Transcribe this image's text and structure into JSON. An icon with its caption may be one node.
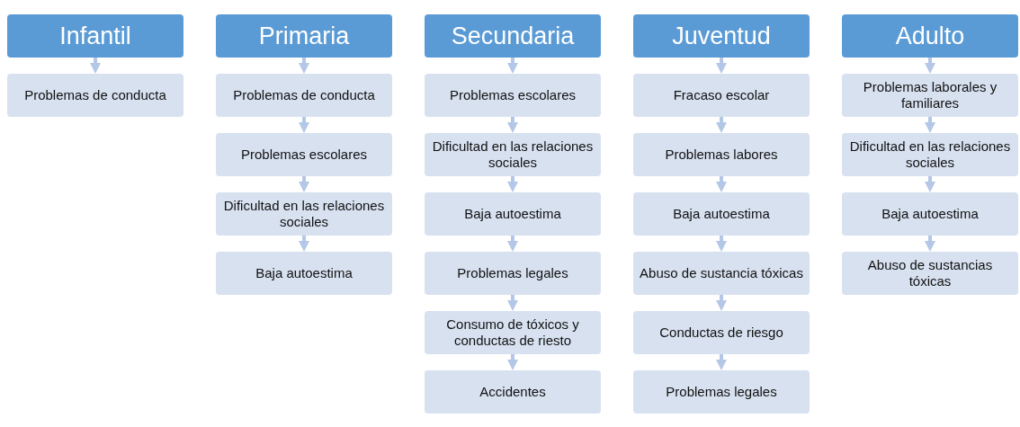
{
  "diagram": {
    "nodes": [
      {
        "text": [
          "Infantil"
        ]
      },
      {
        "text": [
          "Problemas de conducta"
        ]
      },
      {
        "text": [
          "Primaria"
        ]
      },
      {
        "text": [
          "Problemas de conducta"
        ]
      },
      {
        "text": [
          "Problemas escolares"
        ]
      },
      {
        "text": [
          "Dificultad en las relaciones sociales"
        ]
      },
      {
        "text": [
          "Baja autoestima"
        ]
      },
      {
        "text": [
          "Secundaria"
        ]
      },
      {
        "text": [
          "Problemas escolares"
        ]
      },
      {
        "text": [
          "Dificultad en las relaciones sociales"
        ]
      },
      {
        "text": [
          "Baja autoestima"
        ]
      },
      {
        "text": [
          "Problemas legales"
        ]
      },
      {
        "text": [
          "Consumo de tóxicos y conductas de riesto"
        ]
      },
      {
        "text": [
          "Accidentes"
        ]
      },
      {
        "text": [
          "Juventud"
        ]
      },
      {
        "text": [
          "Fracaso escolar"
        ]
      },
      {
        "text": [
          "Problemas labores"
        ]
      },
      {
        "text": [
          "Baja autoestima"
        ]
      },
      {
        "text": [
          "Abuso de sustancia tóxicas"
        ]
      },
      {
        "text": [
          "Conductas de riesgo"
        ]
      },
      {
        "text": [
          "Problemas legales"
        ]
      },
      {
        "text": [
          "Adulto"
        ]
      },
      {
        "text": [
          "Problemas laborales y familiares"
        ]
      },
      {
        "text": [
          "Dificultad en las relaciones sociales"
        ]
      },
      {
        "text": [
          "Baja autoestima"
        ]
      },
      {
        "text": [
          "Abuso de sustancias tóxicas"
        ]
      }
    ],
    "edges": [
      {
        "from": 0,
        "to": 1,
        "arrow": "to"
      },
      {
        "from": 2,
        "to": 3,
        "arrow": "to"
      },
      {
        "from": 3,
        "to": 4,
        "arrow": "to"
      },
      {
        "from": 4,
        "to": 5,
        "arrow": "to"
      },
      {
        "from": 5,
        "to": 6,
        "arrow": "to"
      },
      {
        "from": 7,
        "to": 8,
        "arrow": "to"
      },
      {
        "from": 8,
        "to": 9,
        "arrow": "to"
      },
      {
        "from": 9,
        "to": 10,
        "arrow": "to"
      },
      {
        "from": 10,
        "to": 11,
        "arrow": "to"
      },
      {
        "from": 11,
        "to": 12,
        "arrow": "to"
      },
      {
        "from": 12,
        "to": 13,
        "arrow": "to"
      },
      {
        "from": 14,
        "to": 15,
        "arrow": "to"
      },
      {
        "from": 15,
        "to": 16,
        "arrow": "to"
      },
      {
        "from": 16,
        "to": 17,
        "arrow": "to"
      },
      {
        "from": 17,
        "to": 18,
        "arrow": "to"
      },
      {
        "from": 18,
        "to": 19,
        "arrow": "to"
      },
      {
        "from": 19,
        "to": 20,
        "arrow": "to"
      },
      {
        "from": 21,
        "to": 22,
        "arrow": "to"
      },
      {
        "from": 22,
        "to": 23,
        "arrow": "to"
      },
      {
        "from": 23,
        "to": 24,
        "arrow": "to"
      },
      {
        "from": 24,
        "to": 25,
        "arrow": "to"
      }
    ]
  }
}
